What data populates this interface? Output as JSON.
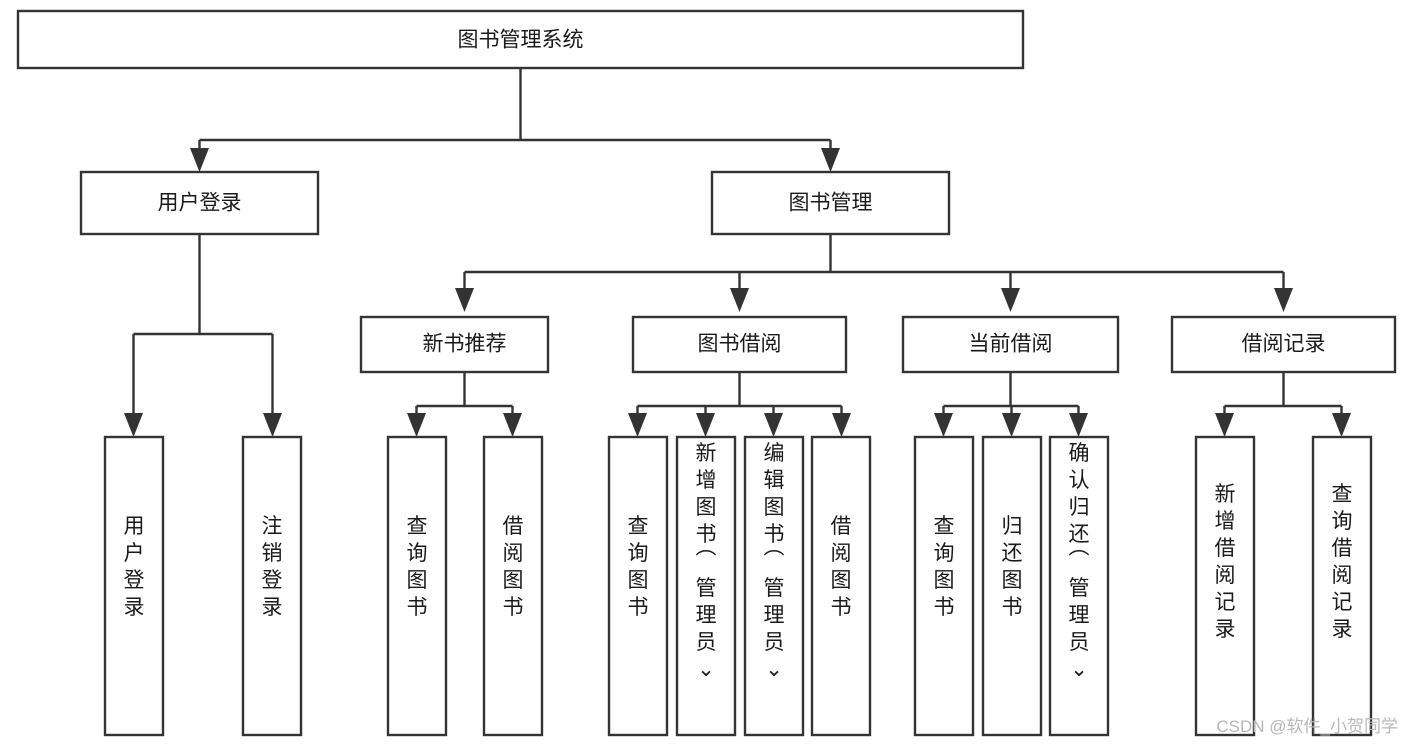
{
  "diagram": {
    "title": "图书管理系统",
    "type": "tree-structure-chart",
    "orientation": "top-down",
    "box_fill": "#ffffff",
    "box_stroke": "#333333",
    "text_color": "#1a1a1a",
    "background": "#ffffff"
  },
  "root": {
    "label": "图书管理系统"
  },
  "level2": {
    "user_login": {
      "label": "用户登录"
    },
    "book_manage": {
      "label": "图书管理"
    }
  },
  "level3": {
    "new_book_rec": {
      "label": "新书推荐"
    },
    "book_borrow": {
      "label": "图书借阅"
    },
    "current_borrow": {
      "label": "当前借阅"
    },
    "borrow_record": {
      "label": "借阅记录"
    }
  },
  "leaves": {
    "user_login": [
      {
        "label": "用户登录"
      },
      {
        "label": "注销登录"
      }
    ],
    "new_book_rec": [
      {
        "label": "查询图书"
      },
      {
        "label": "借阅图书"
      }
    ],
    "book_borrow": [
      {
        "label": "查询图书"
      },
      {
        "label": "新增图书（管理员）"
      },
      {
        "label": "编辑图书（管理员）"
      },
      {
        "label": "借阅图书"
      }
    ],
    "current_borrow": [
      {
        "label": "查询图书"
      },
      {
        "label": "归还图书"
      },
      {
        "label": "确认归还（管理员）"
      }
    ],
    "borrow_record": [
      {
        "label": "新增借阅记录"
      },
      {
        "label": "查询借阅记录"
      }
    ]
  },
  "watermark": {
    "text": "CSDN @软件_小贺同学",
    "color": "#b8b8b8"
  }
}
